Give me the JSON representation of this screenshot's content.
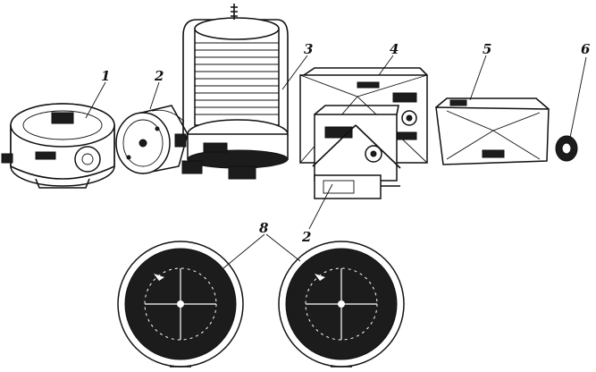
{
  "figure": {
    "callouts": [
      {
        "id": "1",
        "text": "1"
      },
      {
        "id": "2a",
        "text": "2"
      },
      {
        "id": "3",
        "text": "3"
      },
      {
        "id": "4",
        "text": "4"
      },
      {
        "id": "5",
        "text": "5"
      },
      {
        "id": "6",
        "text": "6"
      },
      {
        "id": "2b",
        "text": "2"
      },
      {
        "id": "8",
        "text": "8"
      }
    ],
    "colors": {
      "ink": "#111111",
      "paper": "#ffffff",
      "dial_face": "#1c1c1c"
    }
  }
}
